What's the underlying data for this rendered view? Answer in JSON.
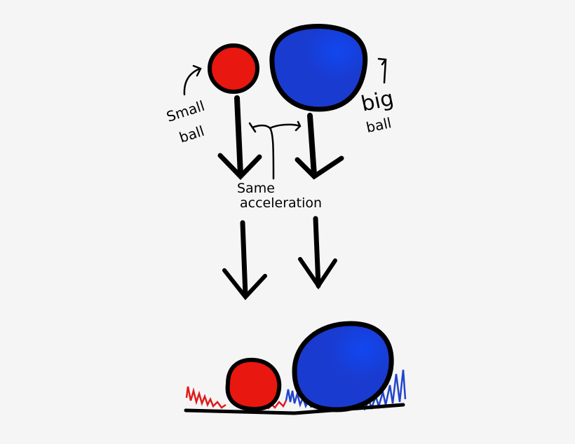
{
  "diagram": {
    "labels": {
      "small_ball_line1": "Small",
      "small_ball_line2": "ball",
      "big_ball_line1": "big",
      "big_ball_line2": "ball",
      "same_line1": "Same",
      "same_line2": "acceleration"
    },
    "colors": {
      "background": "#f5f5f5",
      "red_ball": "#e8170f",
      "blue_ball": "#1a3bd0",
      "blue_highlight": "#1147f0",
      "outline": "#000000",
      "red_squiggle": "#e01a1a",
      "blue_squiggle": "#2244cc"
    }
  }
}
